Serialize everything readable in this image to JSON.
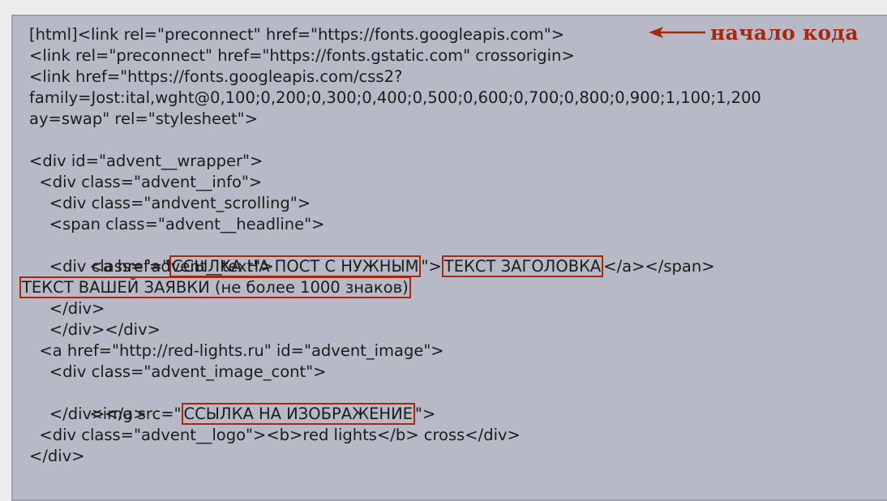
{
  "code_lines": {
    "l1": "[html]<link rel=\"preconnect\" href=\"https://fonts.googleapis.com\">",
    "l2": "<link rel=\"preconnect\" href=\"https://fonts.gstatic.com\" crossorigin>",
    "l3": "<link href=\"https://fonts.googleapis.com/css2?",
    "l4": "family=Jost:ital,wght@0,100;0,200;0,300;0,400;0,500;0,600;0,700;0,800;0,900;1,100;1,200",
    "l5": "ay=swap\" rel=\"stylesheet\">",
    "l6": "<div id=\"advent__wrapper\">",
    "l7": "  <div class=\"advent__info\">",
    "l8": "    <div class=\"andvent_scrolling\">",
    "l9": "    <span class=\"advent__headline\">",
    "l10_a": "      <a href=\"",
    "l10_b": "ССЫЛКА НА ПОСТ С НУЖНЫМ",
    "l10_c": "\">",
    "l10_d": "ТЕКСТ ЗАГОЛОВКА",
    "l10_e": "</a></span>",
    "l11": "    <div class=\"advent__text\">",
    "l12": "ТЕКСТ ВАШЕЙ ЗАЯВКИ (не более 1000 знаков)",
    "l13": "    </div>",
    "l14": "    </div></div>",
    "l15": "  <a href=\"http://red-lights.ru\" id=\"advent_image\">",
    "l16": "    <div class=\"advent_image_cont\">",
    "l17_a": "      <img src=\"",
    "l17_b": "ССЫЛКА НА ИЗОБРАЖЕНИЕ",
    "l17_c": "\">",
    "l18": "    </div></a>",
    "l19": "  <div class=\"advent__logo\"><b>red lights</b> cross</div>",
    "l20": "</div>"
  },
  "annotation": {
    "label": "начало кода",
    "icon": "left-arrow-icon",
    "color": "#a8280f"
  }
}
